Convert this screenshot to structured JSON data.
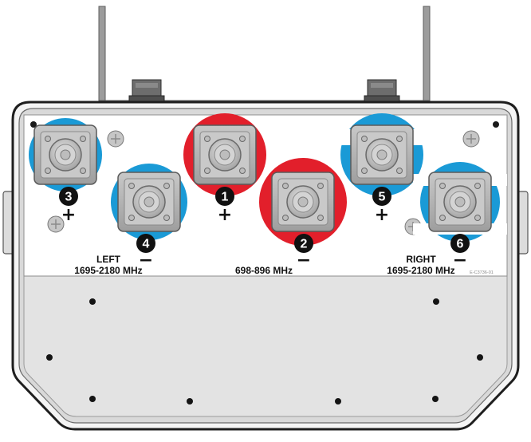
{
  "colors": {
    "blue": "#1a9ad6",
    "red": "#e21f2b",
    "housing": "#f2f2f2",
    "panel": "#ffffff",
    "lower": "#e2e2e2",
    "connector": "#a9a9a9"
  },
  "ports": [
    {
      "number": "3",
      "polarity": "+"
    },
    {
      "number": "4",
      "polarity": "−"
    },
    {
      "number": "1",
      "polarity": "+"
    },
    {
      "number": "2",
      "polarity": "−"
    },
    {
      "number": "5",
      "polarity": "+"
    },
    {
      "number": "6",
      "polarity": "−"
    }
  ],
  "groups": {
    "left": {
      "name": "LEFT",
      "freq": "1695-2180 MHz"
    },
    "center": {
      "freq": "698-896 MHz"
    },
    "right": {
      "name": "RIGHT",
      "freq": "1695-2180 MHz"
    }
  },
  "part_code": "E-C3736-01"
}
